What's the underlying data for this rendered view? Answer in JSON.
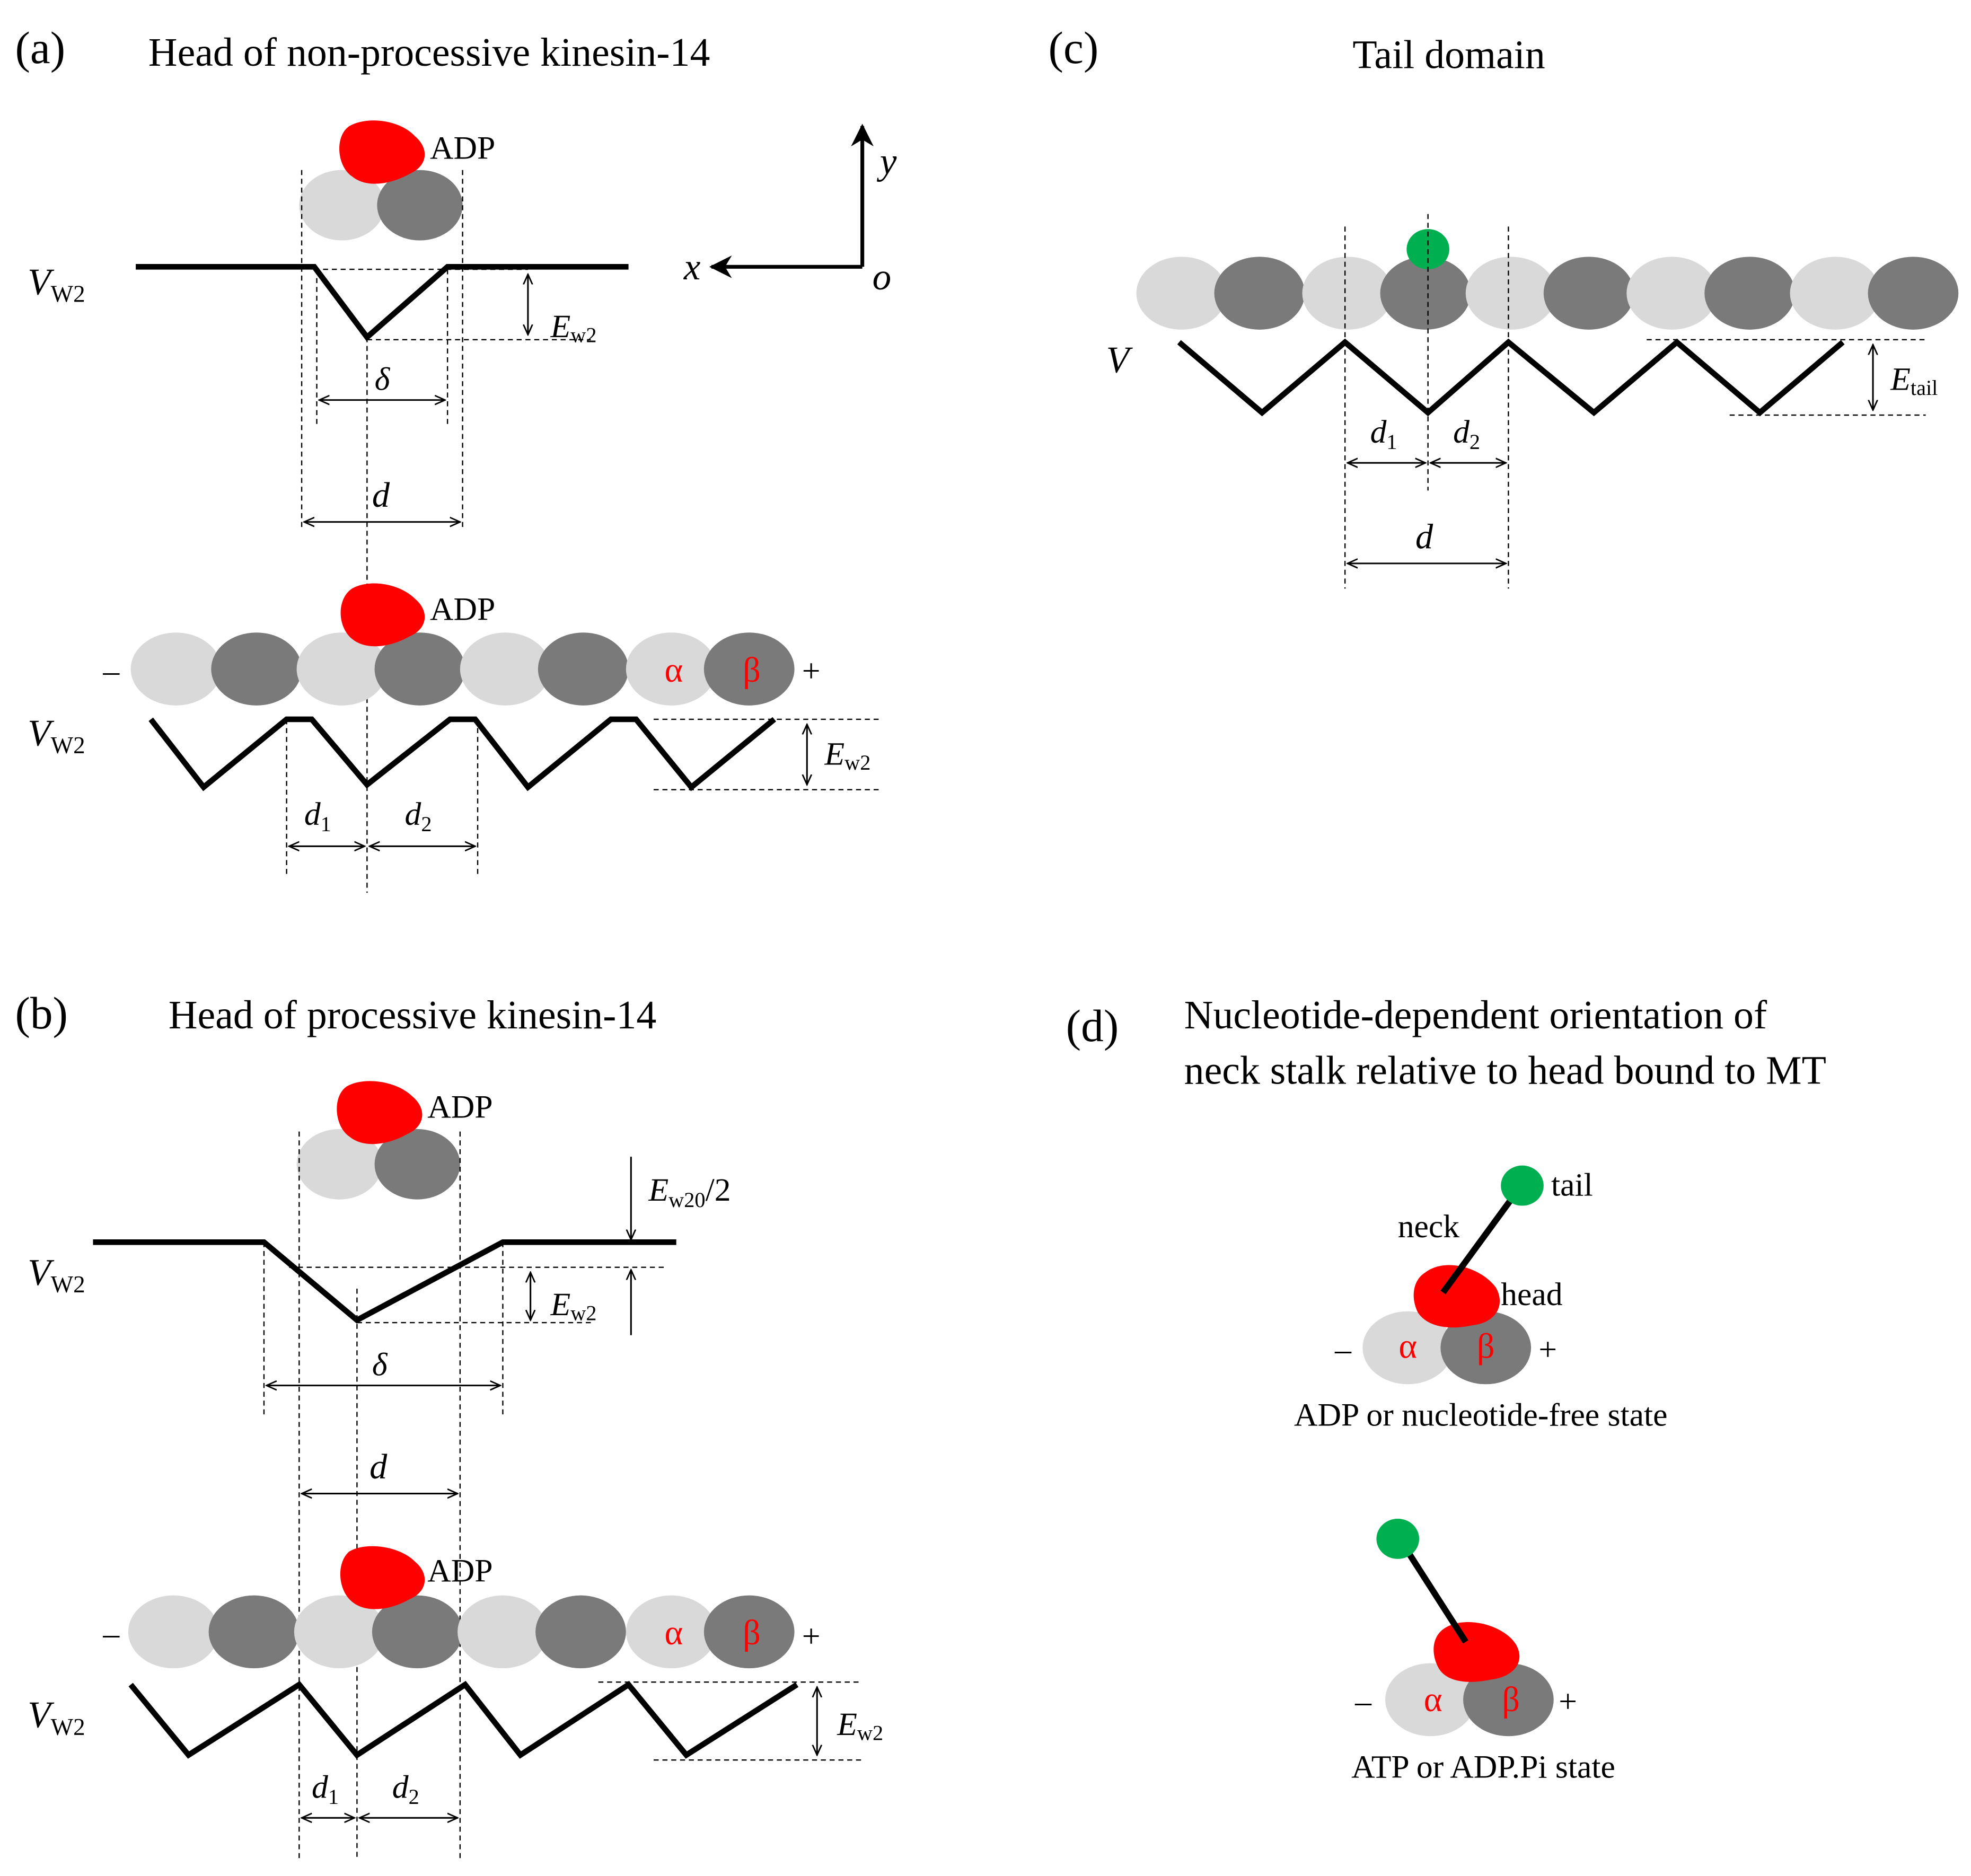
{
  "panels": {
    "a": {
      "label": "(a)",
      "title": "Head of non-processive kinesin-14",
      "adp": "ADP",
      "adp2": "ADP",
      "v_main": "V",
      "v_sub": "W2",
      "v2_main": "V",
      "v2_sub": "W2",
      "ew_main": "E",
      "ew_sub": "w2",
      "ew2_main": "E",
      "ew2_sub": "w2",
      "delta": "δ",
      "d": "d",
      "d1_main": "d",
      "d1_sub": "1",
      "d2_main": "d",
      "d2_sub": "2",
      "alpha": "α",
      "beta": "β",
      "minus": "–",
      "plus": "+",
      "axis_x": "x",
      "axis_y": "y",
      "axis_o": "o"
    },
    "b": {
      "label": "(b)",
      "title": "Head of processive kinesin-14",
      "adp": "ADP",
      "adp2": "ADP",
      "v_main": "V",
      "v_sub": "W2",
      "v2_main": "V",
      "v2_sub": "W2",
      "ew20_main": "E",
      "ew20_sub": "w20",
      "ew20_suffix": "/2",
      "ew_main": "E",
      "ew_sub": "w2",
      "ew2_main": "E",
      "ew2_sub": "w2",
      "delta": "δ",
      "d": "d",
      "d1_main": "d",
      "d1_sub": "1",
      "d2_main": "d",
      "d2_sub": "2",
      "alpha": "α",
      "beta": "β",
      "minus": "–",
      "plus": "+"
    },
    "c": {
      "label": "(c)",
      "title": "Tail domain",
      "v": "V",
      "etail_main": "E",
      "etail_sub": "tail",
      "d1_main": "d",
      "d1_sub": "1",
      "d2_main": "d",
      "d2_sub": "2",
      "d": "d"
    },
    "d": {
      "label": "(d)",
      "title_line1": "Nucleotide-dependent orientation of",
      "title_line2": "neck stalk relative to head bound to MT",
      "tail": "tail",
      "neck": "neck",
      "head": "head",
      "alpha": "α",
      "beta": "β",
      "alpha2": "α",
      "beta2": "β",
      "minus": "–",
      "plus": "+",
      "minus2": "–",
      "plus2": "+",
      "state1": "ADP or nucleotide-free state",
      "state2": "ATP or ADP.Pi state"
    }
  },
  "colors": {
    "alpha_tubulin": "#d9d9d9",
    "beta_tubulin": "#7a7a7a",
    "adp_head": "#ff0000",
    "tail": "#00b050",
    "line": "#000000"
  }
}
